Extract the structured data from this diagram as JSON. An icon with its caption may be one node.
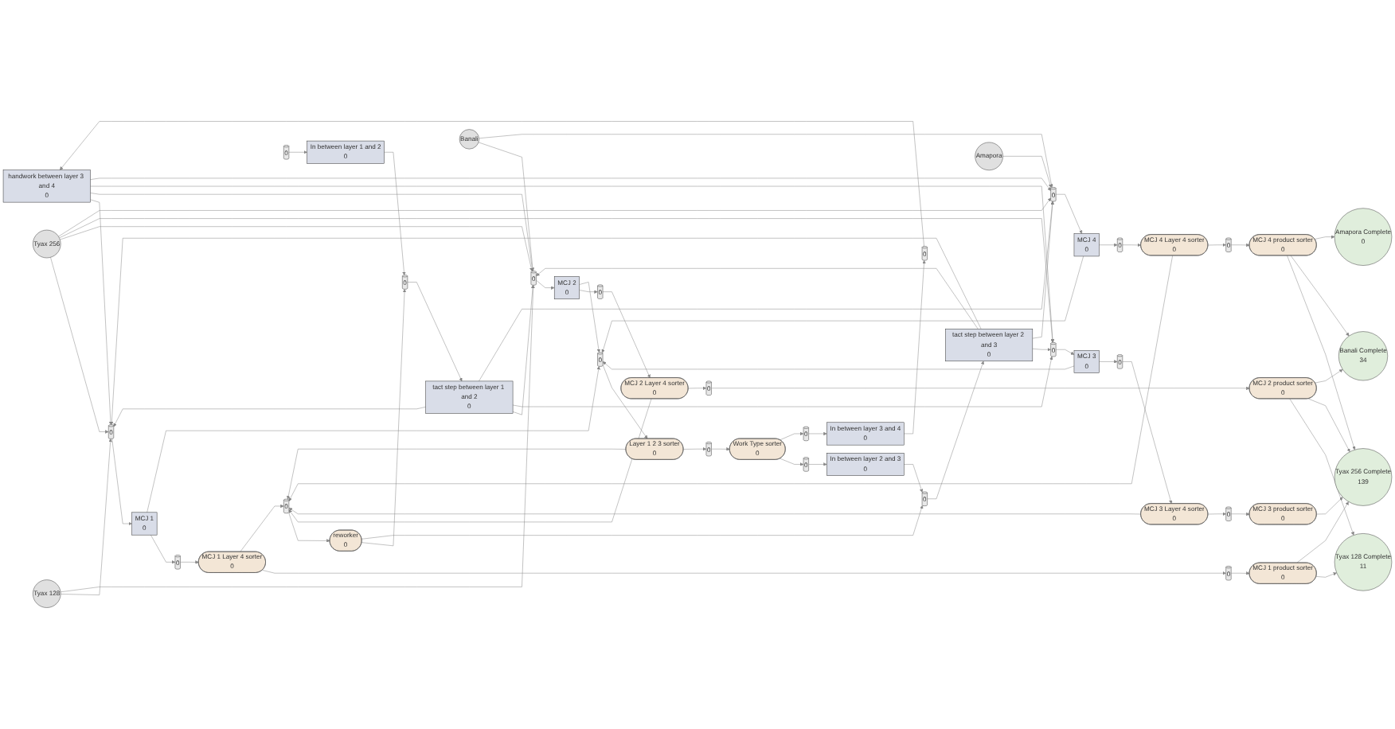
{
  "diagram": {
    "nodes": [
      {
        "text": [
          "reworker",
          "0"
        ]
      },
      {
        "text": [
          "0"
        ]
      },
      {
        "text": [
          "tact step between layer 1 and 2",
          "0"
        ]
      },
      {
        "text": [
          "0"
        ]
      },
      {
        "text": [
          "In between layer 1 and 2",
          "0"
        ]
      },
      {
        "text": [
          "0"
        ]
      },
      {
        "text": [
          "0"
        ]
      },
      {
        "text": [
          "Work Type sorter",
          "0"
        ]
      },
      {
        "text": [
          "tact step between layer 2 and 3",
          "0"
        ]
      },
      {
        "text": [
          "0"
        ]
      },
      {
        "text": [
          "In between layer 2 and 3",
          "0"
        ]
      },
      {
        "text": [
          "0"
        ]
      },
      {
        "text": [
          "handwork between layer 3 and 4",
          "0"
        ]
      },
      {
        "text": [
          "0"
        ]
      },
      {
        "text": [
          "In between layer 3 and 4",
          "0"
        ]
      },
      {
        "text": [
          "0"
        ]
      },
      {
        "text": [
          "0"
        ]
      },
      {
        "text": [
          "Layer 1 2 3 sorter",
          "0"
        ]
      },
      {
        "text": [
          "Tyax 128"
        ]
      },
      {
        "text": [
          "Tyax 256"
        ]
      },
      {
        "text": [
          "Banali"
        ]
      },
      {
        "text": [
          "Amapora"
        ]
      },
      {
        "text": [
          "0"
        ]
      },
      {
        "text": [
          "0"
        ]
      },
      {
        "text": [
          "0"
        ]
      },
      {
        "text": [
          "0"
        ]
      },
      {
        "text": [
          "MCJ 1",
          "0"
        ]
      },
      {
        "text": [
          "0"
        ]
      },
      {
        "text": [
          "MCJ 2",
          "0"
        ]
      },
      {
        "text": [
          "0"
        ]
      },
      {
        "text": [
          "MCJ 3",
          "0"
        ]
      },
      {
        "text": [
          "0"
        ]
      },
      {
        "text": [
          "MCJ 4",
          "0"
        ]
      },
      {
        "text": [
          "0"
        ]
      },
      {
        "text": [
          "MCJ 1 Layer 4 sorter",
          "0"
        ]
      },
      {
        "text": [
          "0"
        ]
      },
      {
        "text": [
          "MCJ 2 Layer 4 sorter",
          "0"
        ]
      },
      {
        "text": [
          "0"
        ]
      },
      {
        "text": [
          "MCJ 3 Layer 4 sorter",
          "0"
        ]
      },
      {
        "text": [
          "0"
        ]
      },
      {
        "text": [
          "MCJ 4 Layer 4 sorter",
          "0"
        ]
      },
      {
        "text": [
          "0"
        ]
      },
      {
        "text": [
          "MCJ 1 product sorter",
          "0"
        ]
      },
      {
        "text": [
          "MCJ 2 product sorter",
          "0"
        ]
      },
      {
        "text": [
          "MCJ 3 product sorter",
          "0"
        ]
      },
      {
        "text": [
          "MCJ 4 product sorter",
          "0"
        ]
      },
      {
        "text": [
          "Tyax 128 Complete",
          "11"
        ]
      },
      {
        "text": [
          "Tyax 256 Complete",
          "139"
        ]
      },
      {
        "text": [
          "Banali Complete",
          "34"
        ]
      },
      {
        "text": [
          "Amapora Complete",
          "0"
        ]
      }
    ],
    "edges": [
      {
        "from": 1,
        "to": 0,
        "arrow": "to"
      },
      {
        "from": 0,
        "to": 3,
        "arrow": "to"
      },
      {
        "from": 0,
        "to": 9,
        "arrow": "to"
      },
      {
        "from": 3,
        "to": 2,
        "arrow": "to"
      },
      {
        "from": 5,
        "to": 4,
        "arrow": "to"
      },
      {
        "from": 4,
        "to": 3,
        "arrow": "to"
      },
      {
        "from": 6,
        "to": 7,
        "arrow": "to"
      },
      {
        "from": 7,
        "to": 11,
        "arrow": "to"
      },
      {
        "from": 7,
        "to": 15,
        "arrow": "to"
      },
      {
        "from": 9,
        "to": 8,
        "arrow": "to"
      },
      {
        "from": 11,
        "to": 10,
        "arrow": "to"
      },
      {
        "from": 10,
        "to": 9,
        "arrow": "to"
      },
      {
        "from": 13,
        "to": 12,
        "arrow": "to"
      },
      {
        "from": 15,
        "to": 14,
        "arrow": "to"
      },
      {
        "from": 14,
        "to": 13,
        "arrow": "to"
      },
      {
        "from": 16,
        "to": 17,
        "arrow": "to"
      },
      {
        "from": 17,
        "to": 6,
        "arrow": "to"
      },
      {
        "from": 17,
        "to": 1,
        "arrow": "to"
      },
      {
        "from": 18,
        "to": 22,
        "arrow": "to"
      },
      {
        "from": 18,
        "to": 23,
        "arrow": "to"
      },
      {
        "from": 19,
        "to": 22,
        "arrow": "to"
      },
      {
        "from": 19,
        "to": 23,
        "arrow": "to"
      },
      {
        "from": 19,
        "to": 24,
        "arrow": "to"
      },
      {
        "from": 19,
        "to": 25,
        "arrow": "to"
      },
      {
        "from": 20,
        "to": 23,
        "arrow": "to"
      },
      {
        "from": 20,
        "to": 25,
        "arrow": "to"
      },
      {
        "from": 21,
        "to": 25,
        "arrow": "to"
      },
      {
        "from": 2,
        "to": 22,
        "arrow": "to"
      },
      {
        "from": 2,
        "to": 23,
        "arrow": "to"
      },
      {
        "from": 2,
        "to": 24,
        "arrow": "to"
      },
      {
        "from": 2,
        "to": 25,
        "arrow": "to"
      },
      {
        "from": 8,
        "to": 22,
        "arrow": "to"
      },
      {
        "from": 8,
        "to": 23,
        "arrow": "to"
      },
      {
        "from": 8,
        "to": 24,
        "arrow": "to"
      },
      {
        "from": 8,
        "to": 25,
        "arrow": "to"
      },
      {
        "from": 12,
        "to": 22,
        "arrow": "to"
      },
      {
        "from": 12,
        "to": 23,
        "arrow": "to"
      },
      {
        "from": 12,
        "to": 24,
        "arrow": "to"
      },
      {
        "from": 12,
        "to": 25,
        "arrow": "to"
      },
      {
        "from": 22,
        "to": 26,
        "arrow": "to"
      },
      {
        "from": 23,
        "to": 28,
        "arrow": "to"
      },
      {
        "from": 24,
        "to": 30,
        "arrow": "to"
      },
      {
        "from": 25,
        "to": 32,
        "arrow": "to"
      },
      {
        "from": 26,
        "to": 27,
        "arrow": "to"
      },
      {
        "from": 28,
        "to": 29,
        "arrow": "to"
      },
      {
        "from": 30,
        "to": 31,
        "arrow": "to"
      },
      {
        "from": 32,
        "to": 33,
        "arrow": "to"
      },
      {
        "from": 26,
        "to": 16,
        "arrow": "to"
      },
      {
        "from": 28,
        "to": 16,
        "arrow": "to"
      },
      {
        "from": 30,
        "to": 16,
        "arrow": "to"
      },
      {
        "from": 32,
        "to": 16,
        "arrow": "to"
      },
      {
        "from": 27,
        "to": 34,
        "arrow": "to"
      },
      {
        "from": 29,
        "to": 36,
        "arrow": "to"
      },
      {
        "from": 31,
        "to": 38,
        "arrow": "to"
      },
      {
        "from": 33,
        "to": 40,
        "arrow": "to"
      },
      {
        "from": 34,
        "to": 35,
        "arrow": "to"
      },
      {
        "from": 36,
        "to": 37,
        "arrow": "to"
      },
      {
        "from": 38,
        "to": 39,
        "arrow": "to"
      },
      {
        "from": 40,
        "to": 41,
        "arrow": "to"
      },
      {
        "from": 34,
        "to": 1,
        "arrow": "to"
      },
      {
        "from": 36,
        "to": 1,
        "arrow": "to"
      },
      {
        "from": 38,
        "to": 1,
        "arrow": "to"
      },
      {
        "from": 40,
        "to": 1,
        "arrow": "to"
      },
      {
        "from": 35,
        "to": 42,
        "arrow": "to"
      },
      {
        "from": 37,
        "to": 43,
        "arrow": "to"
      },
      {
        "from": 39,
        "to": 44,
        "arrow": "to"
      },
      {
        "from": 41,
        "to": 45,
        "arrow": "to"
      },
      {
        "from": 42,
        "to": 46,
        "arrow": "to"
      },
      {
        "from": 42,
        "to": 47,
        "arrow": "to"
      },
      {
        "from": 43,
        "to": 46,
        "arrow": "to"
      },
      {
        "from": 43,
        "to": 47,
        "arrow": "to"
      },
      {
        "from": 43,
        "to": 48,
        "arrow": "to"
      },
      {
        "from": 44,
        "to": 47,
        "arrow": "to"
      },
      {
        "from": 45,
        "to": 47,
        "arrow": "to"
      },
      {
        "from": 45,
        "to": 48,
        "arrow": "to"
      },
      {
        "from": 45,
        "to": 49,
        "arrow": "to"
      }
    ]
  }
}
